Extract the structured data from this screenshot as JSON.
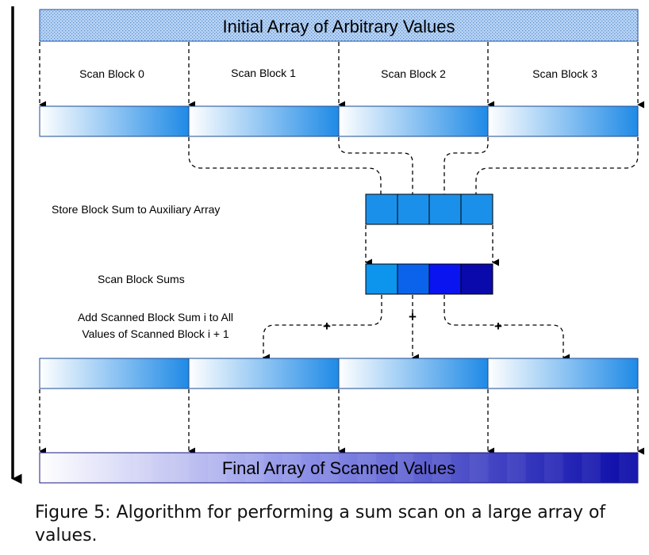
{
  "diagram": {
    "initial_array_label": "Initial Array of Arbitrary Values",
    "scan_blocks": [
      "Scan Block 0",
      "Scan Block 1",
      "Scan Block 2",
      "Scan Block 3"
    ],
    "store_label": "Store Block Sum to Auxiliary Array",
    "scan_sums_label": "Scan Block Sums",
    "add_label_line1": "Add Scanned Block Sum i to All",
    "add_label_line2": "Values of Scanned Block i + 1",
    "plus_sign": "+",
    "final_array_label": "Final Array of Scanned Values",
    "colors": {
      "initial_fill": "#a8c8f0",
      "block_light": "#ffffff",
      "block_dark": "#1f8ae6",
      "aux": "#1b90ea",
      "scanned_sums": [
        "#0d94ec",
        "#0b63ec",
        "#0a14f0",
        "#0a0aac"
      ],
      "final_dark": "#0a0aa8"
    }
  },
  "caption": "Figure 5: Algorithm for performing a sum scan on a large array of values."
}
